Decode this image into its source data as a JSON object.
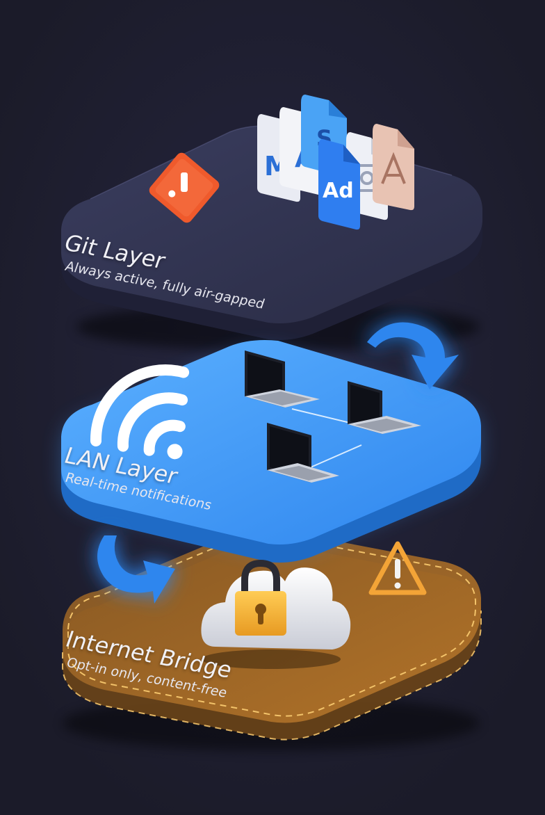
{
  "layers": [
    {
      "id": "git",
      "title": "Git Layer",
      "subtitle": "Always active, fully air-gapped",
      "color": "#2d2f4a",
      "documents": [
        "M",
        "A",
        "S",
        "Ad"
      ]
    },
    {
      "id": "lan",
      "title": "LAN Layer",
      "subtitle": "Real-time notifications",
      "color": "#3a93ee",
      "device_count": 3
    },
    {
      "id": "internet",
      "title": "Internet Bridge",
      "subtitle": "Opt-in only, content-free",
      "color": "#b8772a",
      "dashed_border_color": "#f3c36a"
    }
  ],
  "colors": {
    "background": "#1b1b29",
    "alert_icon": "#ef5a2c",
    "arrow": "#2f86ee",
    "lock": "#f3b23a",
    "warning": "#f3a437"
  }
}
